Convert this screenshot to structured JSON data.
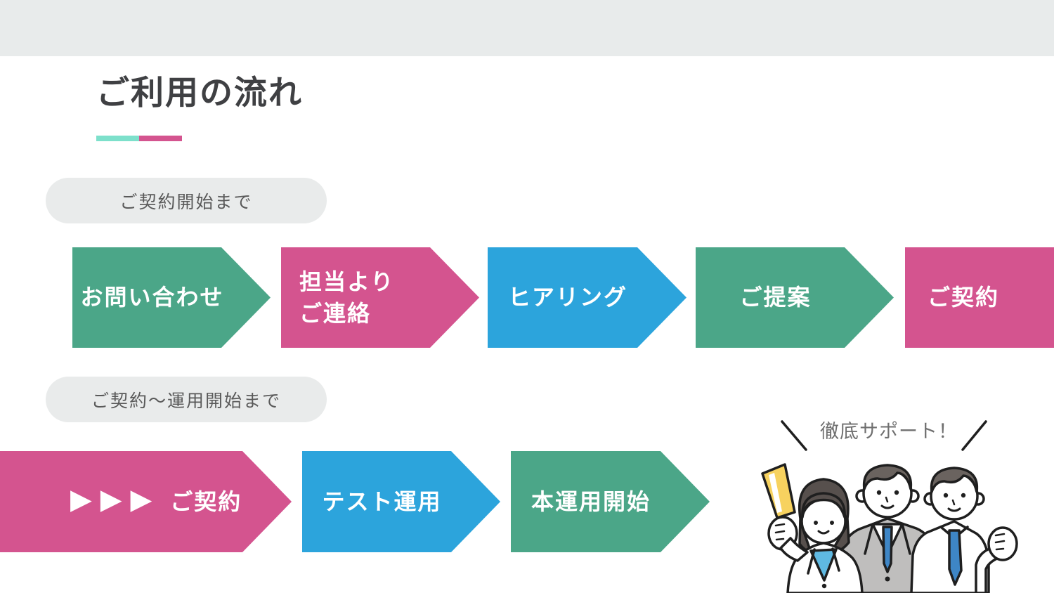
{
  "title": {
    "text": "ご利用の流れ"
  },
  "flow1": {
    "badge": "ご契約開始まで",
    "steps": [
      {
        "label": "お問い合わせ",
        "color": "#4ba688",
        "shape": "arrow"
      },
      {
        "label": "担当より\nご連絡",
        "color": "#d4548f",
        "shape": "arrow"
      },
      {
        "label": "ヒアリング",
        "color": "#2ca4dc",
        "shape": "arrow"
      },
      {
        "label": "ご提案",
        "color": "#4ba688",
        "shape": "arrow"
      },
      {
        "label": "ご契約",
        "color": "#d4548f",
        "shape": "rect"
      }
    ]
  },
  "flow2": {
    "badge": "ご契約～運用開始まで",
    "steps": [
      {
        "prefix": "▶▶▶",
        "label": "ご契約",
        "color": "#d4548f",
        "shape": "arrow"
      },
      {
        "label": "テスト運用",
        "color": "#2ca4dc",
        "shape": "arrow"
      },
      {
        "label": "本運用開始",
        "color": "#4ba688",
        "shape": "arrow"
      }
    ]
  },
  "support": {
    "caption": "徹底サポート！"
  },
  "colors": {
    "green": "#4ba688",
    "pink": "#d4548f",
    "blue": "#2ca4dc",
    "mint": "#7de0cb",
    "band_gray": "#e8ebeb",
    "badge_gray": "#e9ebeb",
    "title_text": "#3f4043",
    "badge_text": "#595959",
    "caption_text": "#6f6f6f",
    "illustration_outline": "#1f1f1f",
    "illustration_suit_gray": "#bfbebd",
    "illustration_tie_blue": "#3e86c6",
    "illustration_top_blue": "#5fb9e2",
    "illustration_flag_yellow": "#f7d25f",
    "illustration_hair_dark": "#57505c",
    "label_text": "#ffffff"
  }
}
